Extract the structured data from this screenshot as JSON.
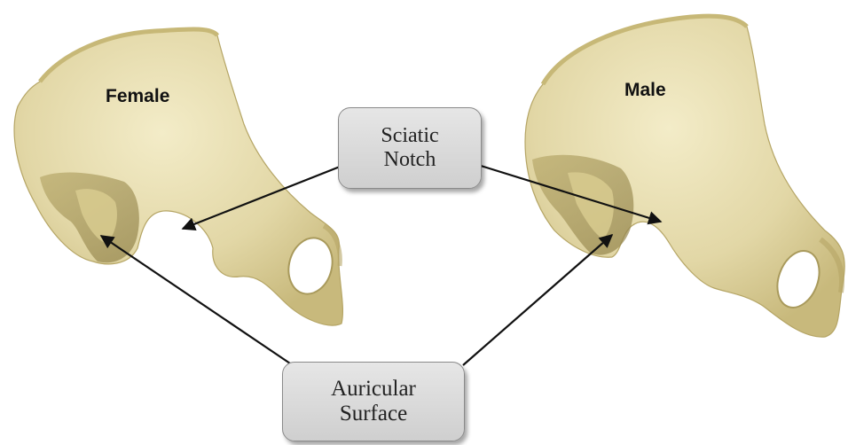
{
  "labels": {
    "female": "Female",
    "male": "Male"
  },
  "callouts": {
    "sciatic": {
      "line1": "Sciatic",
      "line2": "Notch"
    },
    "auricular": {
      "line1": "Auricular",
      "line2": "Surface"
    }
  },
  "colors": {
    "bone": "#e2d7a6",
    "bone_shadow": "#a99a5c",
    "bone_highlight": "#f3ecc8",
    "arrow": "#111111",
    "callout_fill": "#dcdcdc"
  }
}
